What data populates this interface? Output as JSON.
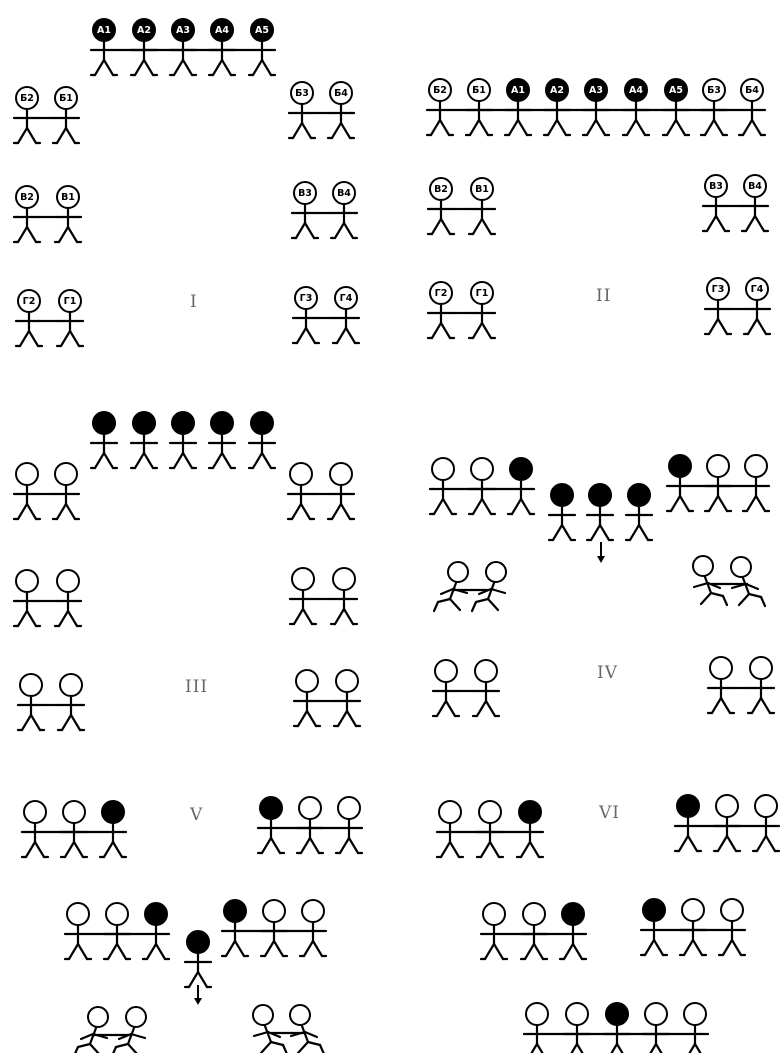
{
  "colors": {
    "ink": "#000000",
    "paper": "#ffffff",
    "panel_number": "#666666"
  },
  "panels": [
    {
      "number": "I",
      "labels": [
        "А1",
        "А2",
        "А3",
        "А4",
        "А5",
        "Б2",
        "Б1",
        "Б3",
        "Б4",
        "В2",
        "В1",
        "В3",
        "В4",
        "Г2",
        "Г1",
        "Г3",
        "Г4"
      ]
    },
    {
      "number": "II",
      "labels": [
        "Б2",
        "Б1",
        "А1",
        "А2",
        "А3",
        "А4",
        "А5",
        "Б3",
        "Б4",
        "В2",
        "В1",
        "В3",
        "В4",
        "Г2",
        "Г1",
        "Г3",
        "Г4"
      ]
    },
    {
      "number": "III"
    },
    {
      "number": "IV"
    },
    {
      "number": "V"
    },
    {
      "number": "VI"
    }
  ]
}
